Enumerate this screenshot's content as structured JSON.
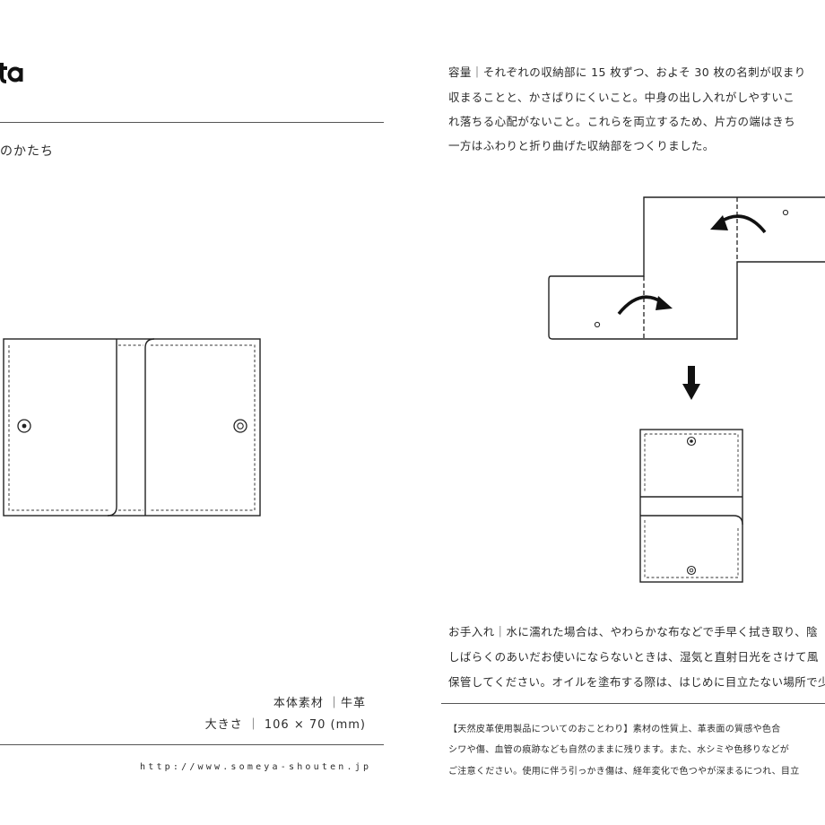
{
  "logo": {
    "text": "ta",
    "icon": "brand-logo"
  },
  "left_page": {
    "subtitle": "のかたち",
    "material": "本体素材 ｜牛革",
    "size": "大きさ ｜ 106 × 70 (mm)",
    "url": "http://www.someya-shouten.jp"
  },
  "right_page": {
    "capacity_lines": [
      "容量｜それぞれの収納部に 15 枚ずつ、およそ 30 枚の名刺が収まり",
      "収まることと、かさばりにくいこと。中身の出し入れがしやすいこ",
      "れ落ちる心配がないこと。これらを両立するため、片方の端はきち",
      "一方はふわりと折り曲げた収納部をつくりました。"
    ],
    "care_lines": [
      "お手入れ｜水に濡れた場合は、やわらかな布などで手早く拭き取り、陰",
      "しばらくのあいだお使いにならないときは、湿気と直射日光をさけて風",
      "保管してください。オイルを塗布する際は、はじめに目立たない場所で少量"
    ],
    "notice_lines": [
      "【天然皮革使用製品についてのおことわり】素材の性質上、革表面の質感や色合",
      "シワや傷、血管の痕跡なども自然のままに残ります。また、水シミや色移りなどが",
      "ご注意ください。使用に伴う引っかき傷は、経年変化で色つやが深まるにつれ、目立"
    ]
  },
  "colors": {
    "ink": "#2b2b2b",
    "rule": "#555555",
    "background": "#ffffff"
  }
}
